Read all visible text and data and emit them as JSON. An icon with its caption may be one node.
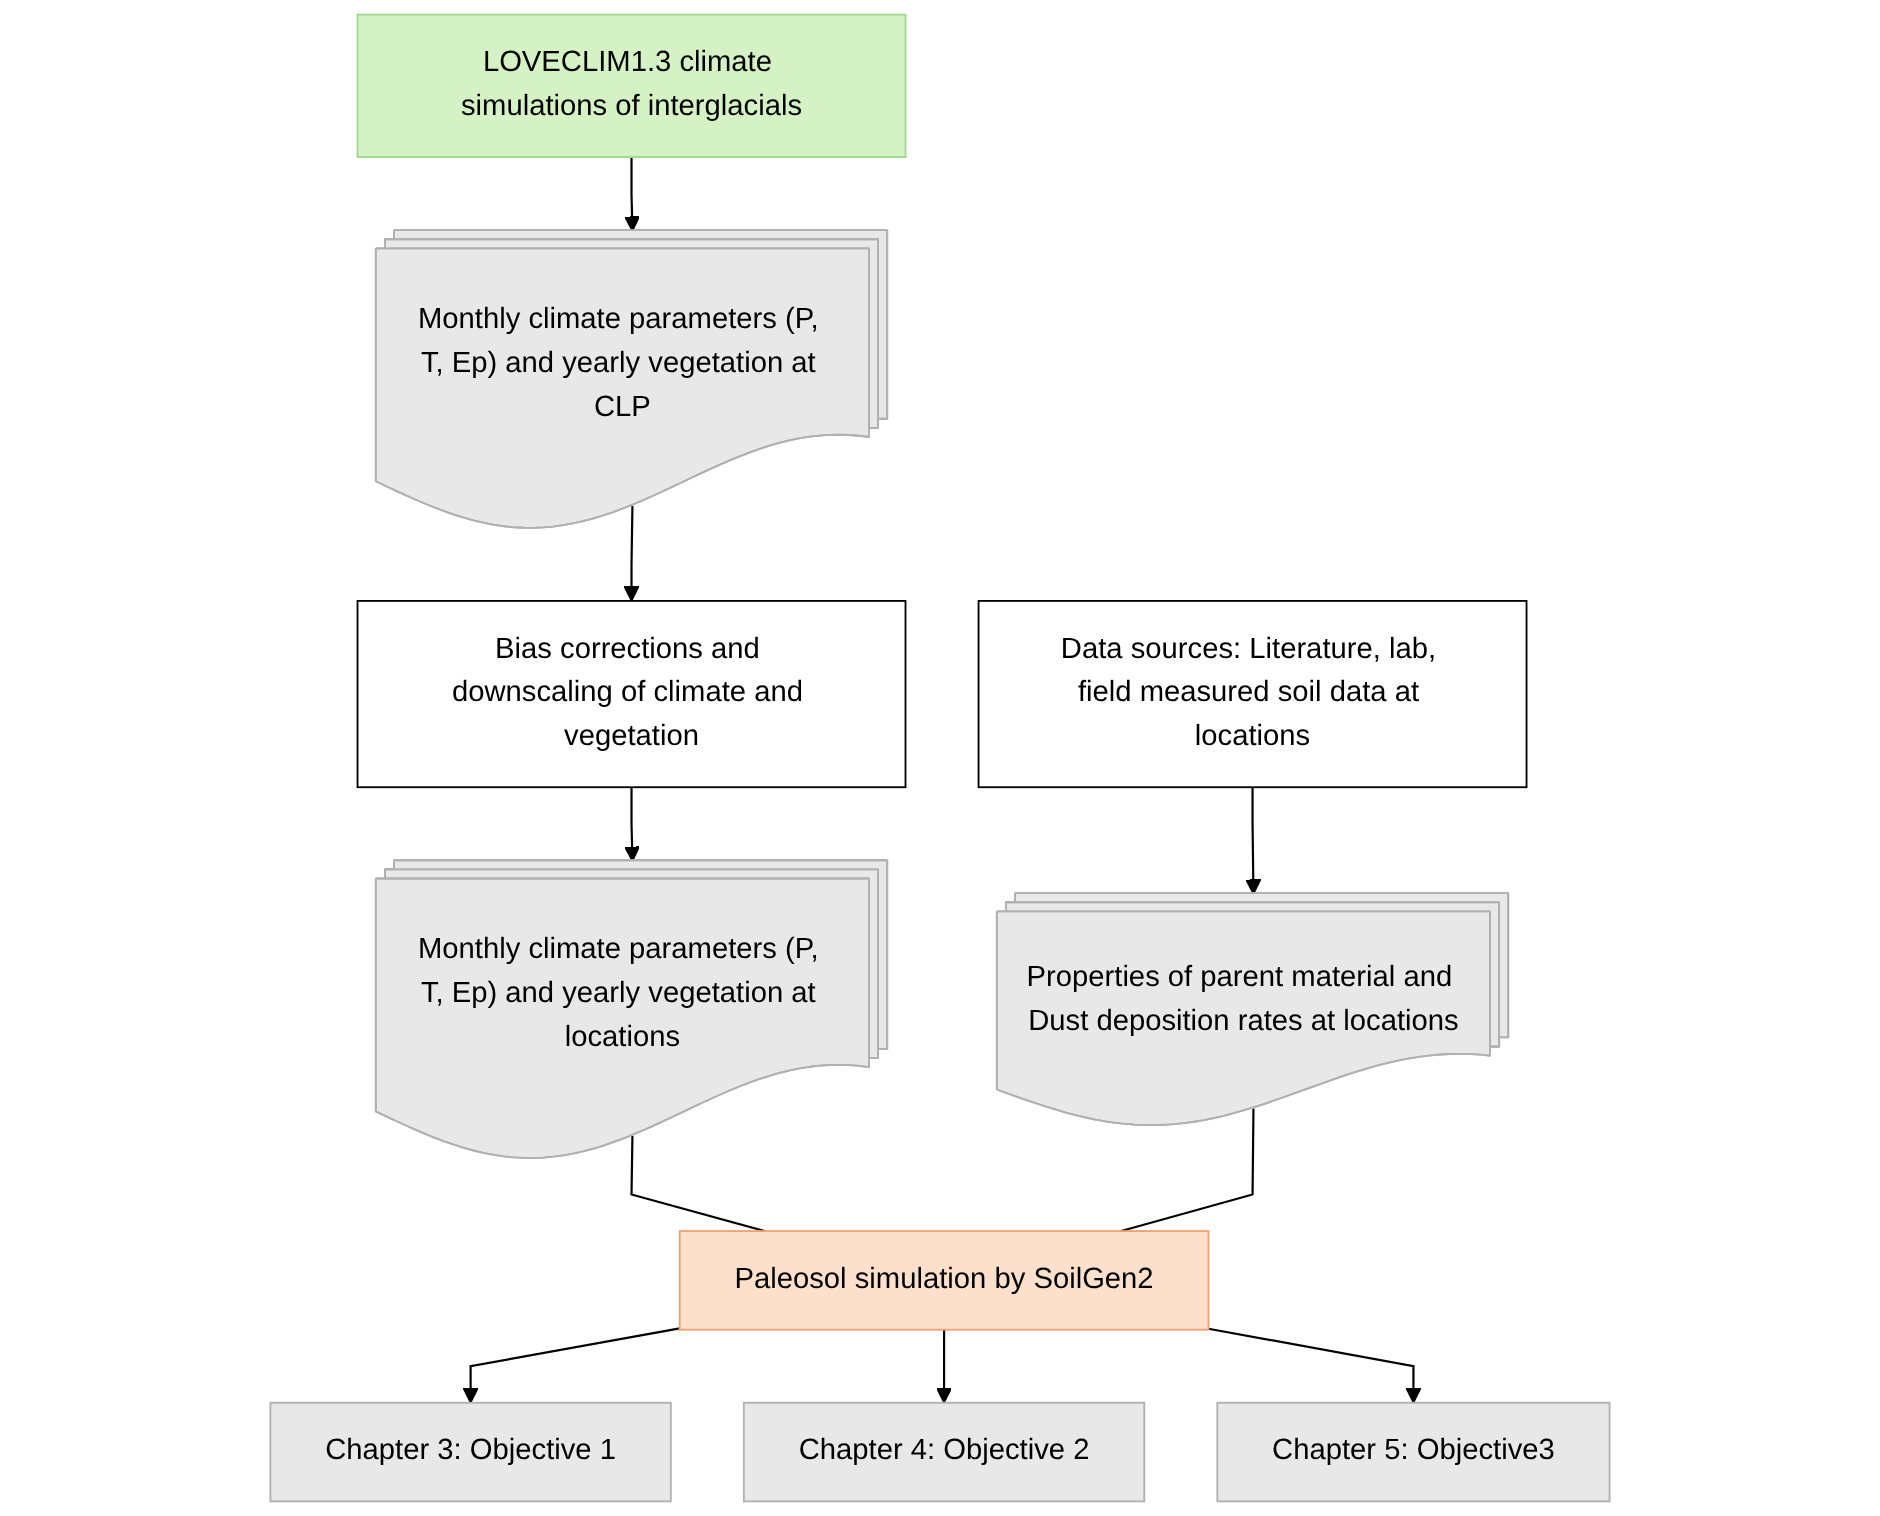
{
  "diagram": {
    "nodes": [
      {
        "text": [
          "LOVECLIM1.3 climate simulations of interglacials"
        ]
      },
      {
        "text": [
          "Monthly climate parameters (P, T, Ep) and yearly vegetation at CLP"
        ]
      },
      {
        "text": [
          "Bias corrections and downscaling of climate and vegetation"
        ]
      },
      {
        "text": [
          "Monthly climate parameters (P, T, Ep) and yearly vegetation at locations"
        ]
      },
      {
        "text": [
          "Data sources: Literature, lab, field measured soil data at locations"
        ]
      },
      {
        "text": [
          "Properties of parent material and Dust deposition rates at locations"
        ]
      },
      {
        "text": [
          "Paleosol simulation by SoilGen2"
        ]
      },
      {
        "text": [
          "Chapter 3: Objective 1"
        ]
      },
      {
        "text": [
          "Chapter 4: Objective 2"
        ]
      },
      {
        "text": [
          "Chapter 5: Objective3"
        ]
      }
    ],
    "edges": [
      {
        "from": 0,
        "to": 1,
        "arrow": "to"
      },
      {
        "from": 1,
        "to": 2,
        "arrow": "to"
      },
      {
        "from": 2,
        "to": 3,
        "arrow": "to"
      },
      {
        "from": 4,
        "to": 5,
        "arrow": "to"
      },
      {
        "from": 3,
        "to": 6,
        "arrow": "none"
      },
      {
        "from": 5,
        "to": 6,
        "arrow": "none"
      },
      {
        "from": 6,
        "to": 7,
        "arrow": "to"
      },
      {
        "from": 6,
        "to": 8,
        "arrow": "to"
      },
      {
        "from": 6,
        "to": 9,
        "arrow": "to"
      }
    ]
  }
}
